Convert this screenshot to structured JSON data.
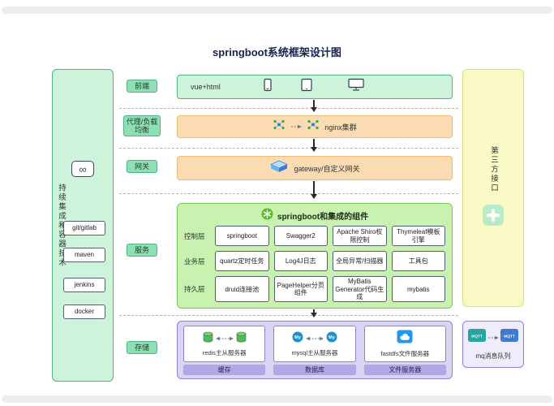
{
  "title": "springboot系统框架设计图",
  "left_panel": {
    "label": "持续集成和容器技术",
    "icon": "devops-infinity-icon",
    "items": [
      {
        "label": "git/gitlab"
      },
      {
        "label": "maven"
      },
      {
        "label": "jenkins"
      },
      {
        "label": "docker"
      }
    ]
  },
  "layers": [
    {
      "label": "前端"
    },
    {
      "label": "代理/负载均衡"
    },
    {
      "label": "网关"
    },
    {
      "label": "服务"
    },
    {
      "label": "存储"
    }
  ],
  "frontend": {
    "label": "vue+html",
    "icons": [
      "smartphone-icon",
      "tablet-icon",
      "monitor-icon"
    ]
  },
  "proxy": {
    "label": "nginx集群",
    "icon": "cluster-icon"
  },
  "gateway": {
    "label": "gateway/自定义网关",
    "icon": "gateway-icon"
  },
  "springboot": {
    "title": "springboot和集成的组件",
    "icon": "spring-leaf-icon",
    "rows": [
      {
        "label": "控制层",
        "items": [
          "springboot",
          "Swagger2",
          "Apache Shiro权限控制",
          "Thymeleaf模板引擎"
        ]
      },
      {
        "label": "业务层",
        "items": [
          "quartz定时任务",
          "Log4J日志",
          "全局异常/扫描器",
          "工具包"
        ]
      },
      {
        "label": "持久层",
        "items": [
          "druid连接池",
          "PageHelper分页组件",
          "MyBatis Generator代码生成",
          "mybatis"
        ]
      }
    ]
  },
  "storage": {
    "sections": [
      {
        "caption": "redis主从服务器",
        "label": "缓存",
        "icon": "redis-db-icon"
      },
      {
        "caption": "mysql主从服务器",
        "label": "数据库",
        "icon": "mysql-db-icon"
      },
      {
        "caption": "fastdfs文件服务器",
        "label": "文件服务器",
        "icon": "cloud-server-icon"
      }
    ]
  },
  "right_panel": {
    "label": "第三方接口",
    "icon": "api-grid-icon"
  },
  "mq_panel": {
    "label": "mq消息队列",
    "icon_label": "MQTT"
  },
  "colors": {
    "green_fill": "#cdf3da",
    "orange_fill": "#fbdcb2",
    "spring_fill": "#c9f2b0",
    "purple_fill": "#d9d4f4",
    "yellow_fill": "#fafac6",
    "spring_green": "#5fb832",
    "mqtt_teal": "#26a6a0",
    "mqtt_blue": "#3d7bd0"
  }
}
